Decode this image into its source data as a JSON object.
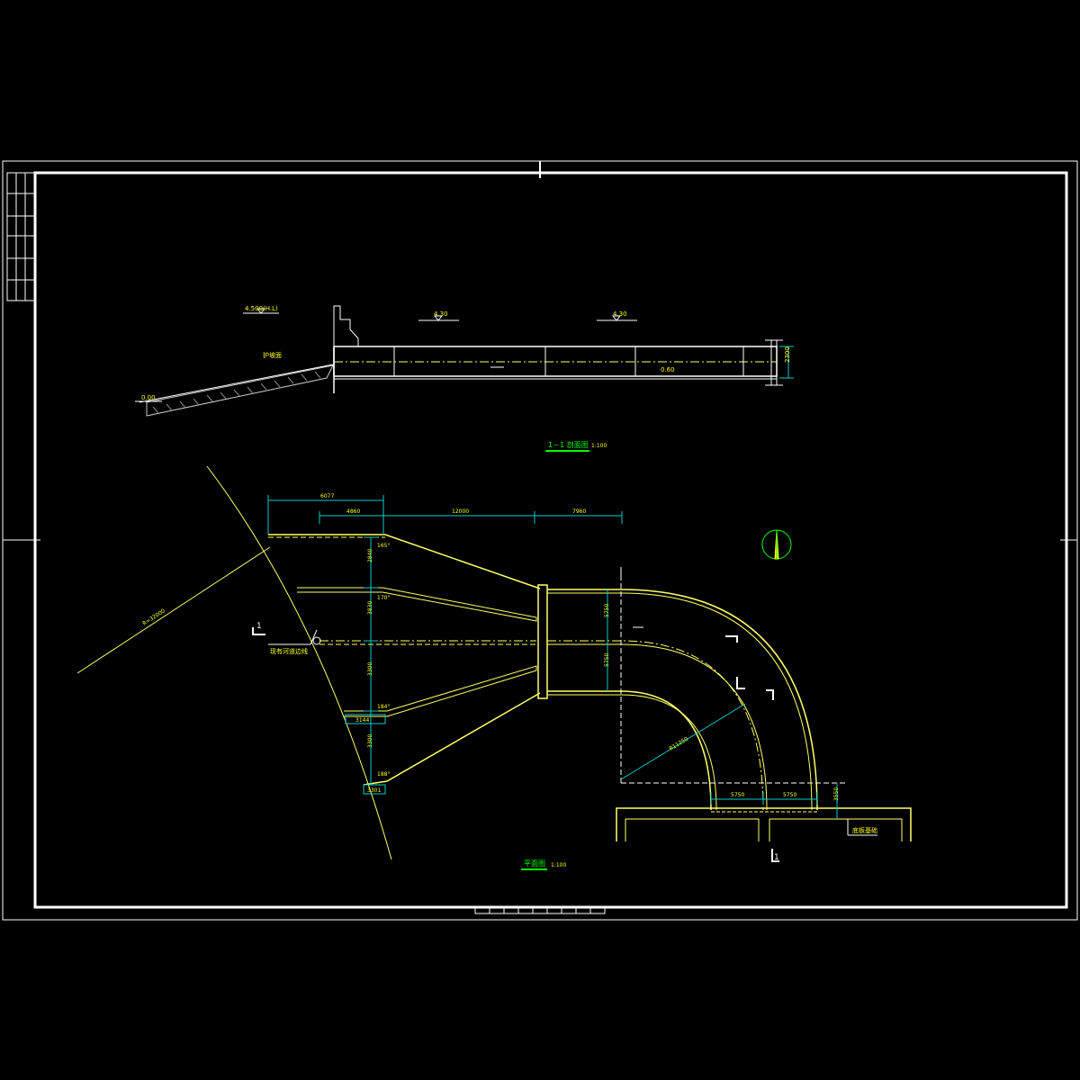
{
  "colors": {
    "background": "#000000",
    "frame": "#ffffff",
    "structure": "#ffff66",
    "dimension": "#00cccc",
    "title": "#00ff00",
    "text": "#ffff00"
  },
  "section": {
    "title": "1－1 剖面图",
    "scale": "1:100",
    "water_level": "4.500(H.L)",
    "ground_level_1": "4.30",
    "ground_level_2": "4.30",
    "bottom_level": "0.00",
    "left_label": "护坡面",
    "slope": "0.60",
    "height_dim": "2300"
  },
  "plan": {
    "title": "平面图",
    "scale": "1:100",
    "dims_top": [
      "6077",
      "4860",
      "12000",
      "7960"
    ],
    "dims_vertical": [
      "2840",
      "3830",
      "3300",
      "3300"
    ],
    "angles": [
      "165°",
      "170°",
      "184°",
      "188°"
    ],
    "small_dims": [
      "3144",
      "3301"
    ],
    "pipe_dims": [
      "5750",
      "5750"
    ],
    "radius_label": "R11250",
    "big_radius": "R=32000",
    "dim_base": "3550",
    "bank_label": "现有河道边线",
    "base_label": "底板基础",
    "section_marks": [
      "1",
      "1"
    ]
  }
}
